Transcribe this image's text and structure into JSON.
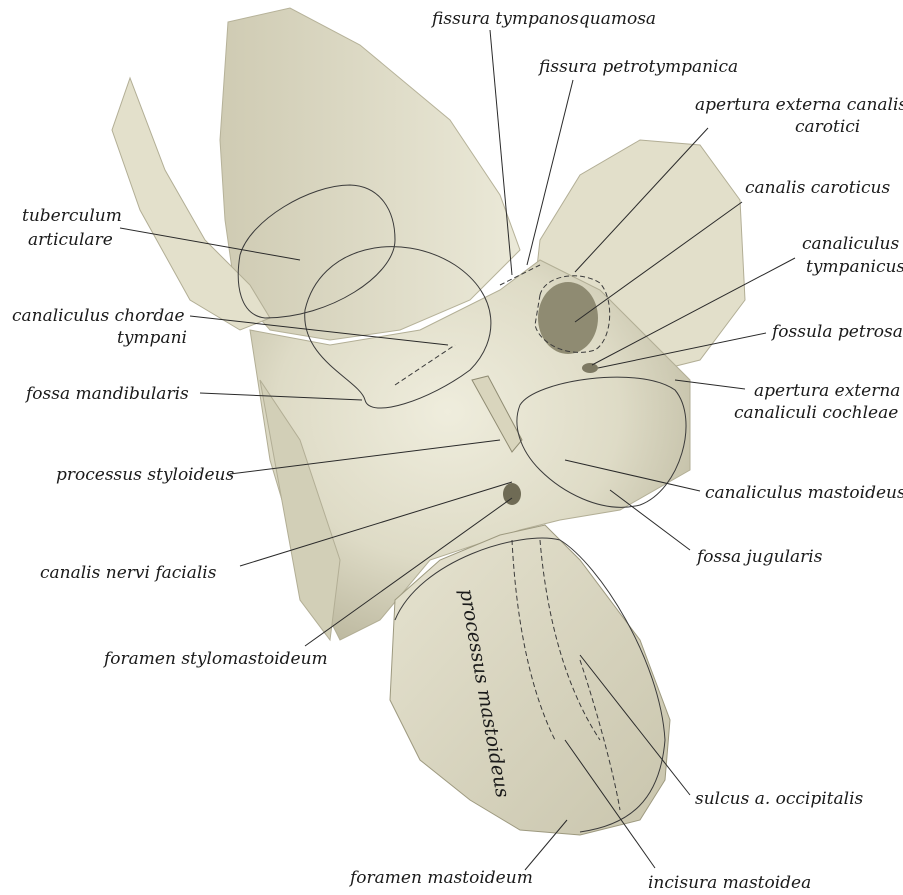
{
  "colors": {
    "bone_light": "#e9e7d6",
    "bone_mid": "#d8d5bf",
    "bone_shadow": "#b9b59c",
    "bone_dark": "#9f9b83",
    "leader": "#2a2a2a"
  },
  "labels": {
    "fissura_tympanosquamosa": "fissura tympanosquamosa",
    "fissura_petrotympanica": "fissura petrotympanica",
    "apertura_ext_canalis_carotici_1": "apertura externa canalis",
    "apertura_ext_canalis_carotici_2": "carotici",
    "canalis_caroticus": "canalis caroticus",
    "tuberculum_articulare_1": "tuberculum",
    "tuberculum_articulare_2": "articulare",
    "canaliculus_tympanicus_1": "canaliculus",
    "canaliculus_tympanicus_2": "tympanicus",
    "canaliculus_chordae_tympani_1": "canaliculus chordae",
    "canaliculus_chordae_tympani_2": "tympani",
    "fossula_petrosa": "fossula petrosa",
    "apertura_ext_canaliculi_cochleae_1": "apertura externa",
    "apertura_ext_canaliculi_cochleae_2": "canaliculi cochleae",
    "fossa_mandibularis": "fossa mandibularis",
    "processus_styloideus": "processus styloideus",
    "canaliculus_mastoideus": "canaliculus mastoideus",
    "fossa_jugularis": "fossa jugularis",
    "canalis_nervi_facialis": "canalis nervi facialis",
    "processus_mastoideus": "processus mastoideus",
    "foramen_stylomastoideum": "foramen stylomastoideum",
    "sulcus_a_occipitalis": "sulcus a. occipitalis",
    "foramen_mastoideum": "foramen mastoideum",
    "incisura_mastoidea": "incisura mastoidea"
  }
}
